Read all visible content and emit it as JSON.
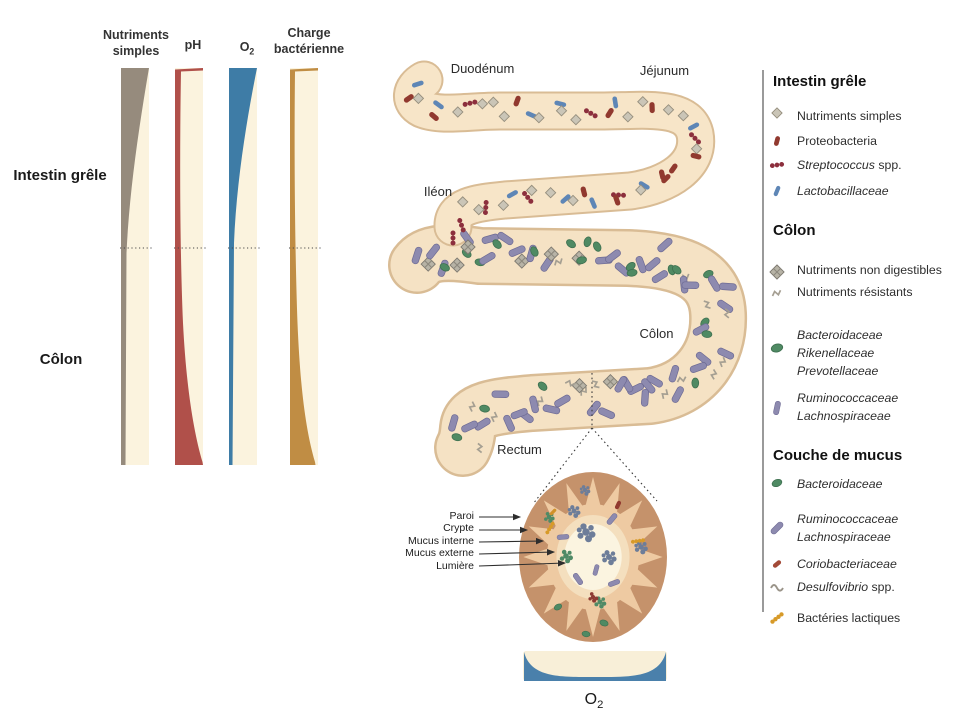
{
  "figure": {
    "panel": {
      "columns": [
        {
          "line1": "Nutriments",
          "line2": "simples"
        },
        {
          "line1": "pH",
          "line2": ""
        },
        {
          "main": "O",
          "sub": "2"
        },
        {
          "line1": "Charge",
          "line2": "bactérienne"
        }
      ],
      "row_labels": {
        "small_intestine": "Intestin grêle",
        "colon": "Côlon"
      },
      "colors": {
        "nutrients": "#968b7d",
        "ph": "#b0504a",
        "o2": "#3e7ca6",
        "charge": "#c08d44"
      },
      "trends": {
        "nutrients": "decreasing",
        "ph": "increasing",
        "o2": "decreasing",
        "charge": "increasing"
      }
    },
    "gut": {
      "duodenum": "Duodénum",
      "jejunum": "Jéjunum",
      "ileum": "Iléon",
      "colon": "Côlon",
      "rectum": "Rectum"
    },
    "cross_section": {
      "labels": [
        "Paroi",
        "Crypte",
        "Mucus interne",
        "Mucus externe",
        "Lumière"
      ],
      "o2_main": "O",
      "o2_sub": "2",
      "o2_color": "#4a80ab"
    }
  },
  "legend": {
    "sections": [
      {
        "title": "Intestin grêle",
        "items": [
          {
            "icon": "nutrient-simple-icon",
            "text": "Nutriments simples"
          },
          {
            "icon": "proteobacteria-icon",
            "text": "Proteobacteria"
          },
          {
            "icon": "streptococcus-icon",
            "text_italic": "Streptococcus",
            "text_suffix": " spp."
          },
          {
            "icon": "lactobacillaceae-icon",
            "text": "Lactobacillaceae"
          }
        ]
      },
      {
        "title": "Côlon",
        "items": [
          {
            "icon": "nutrient-nondigestible-icon",
            "text": "Nutriments non digestibles"
          },
          {
            "icon": "nutrient-resistant-icon",
            "text": "Nutriments résistants"
          },
          {
            "icon": "bacteroidaceae-icon",
            "lines": [
              "Bacteroidaceae",
              "Rikenellaceae",
              "Prevotellaceae"
            ]
          },
          {
            "icon": "ruminococcaceae-icon",
            "lines": [
              "Ruminococcaceae",
              "Lachnospiraceae"
            ]
          }
        ]
      },
      {
        "title": "Couche de mucus",
        "items": [
          {
            "icon": "bacteroidaceae-icon",
            "text": "Bacteroidaceae"
          },
          {
            "icon": "ruminococcaceae-icon",
            "lines": [
              "Ruminococcaceae",
              "Lachnospiraceae"
            ]
          },
          {
            "icon": "coriobacteriaceae-icon",
            "text": "Coriobacteriaceae"
          },
          {
            "icon": "desulfovibrio-icon",
            "text_italic": "Desulfovibrio",
            "text_suffix": " spp."
          },
          {
            "icon": "lactic-bacteria-icon",
            "text": "Bactéries lactiques"
          }
        ]
      }
    ]
  }
}
